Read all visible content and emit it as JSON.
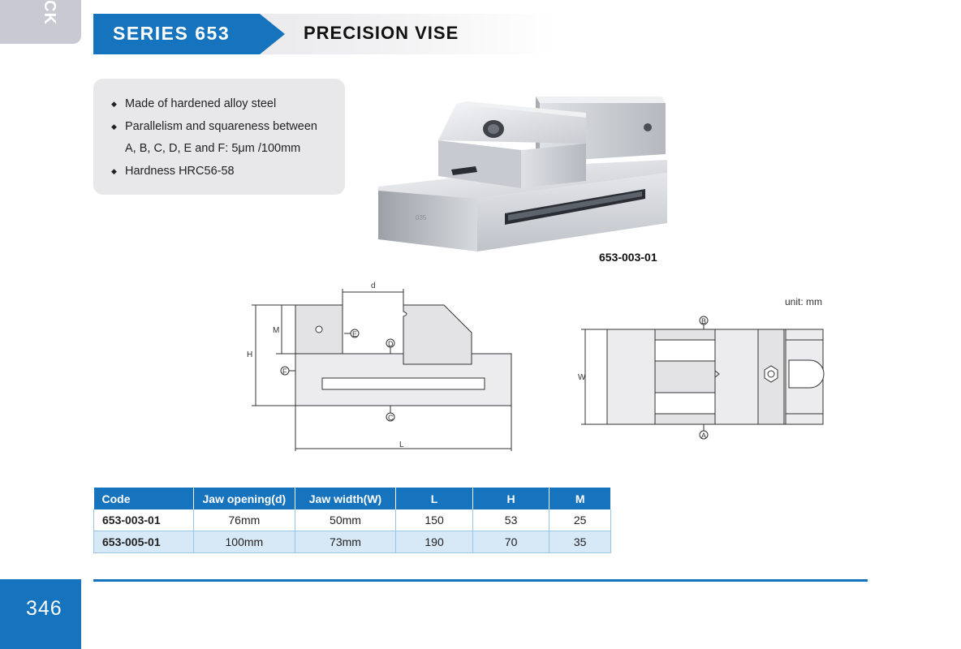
{
  "side_tab": {
    "label": "CK"
  },
  "header": {
    "series": "SERIES 653",
    "title": "PRECISION VISE"
  },
  "features": [
    {
      "text": "Made of hardened alloy steel",
      "bullet": true
    },
    {
      "text": "Parallelism and squareness between",
      "bullet": true
    },
    {
      "text": "A, B, C, D, E and F: 5μm /100mm",
      "bullet": false
    },
    {
      "text": "Hardness HRC56-58",
      "bullet": true
    }
  ],
  "photo": {
    "caption": "653-003-01",
    "engraving": "035"
  },
  "drawing": {
    "unit": "unit: mm",
    "labels": {
      "d": "d",
      "M": "M",
      "H": "H",
      "L": "L",
      "W": "W",
      "A": "A",
      "B": "B",
      "C": "C",
      "D": "D",
      "E": "E",
      "F": "F"
    }
  },
  "table": {
    "headers": [
      "Code",
      "Jaw opening(d)",
      "Jaw width(W)",
      "L",
      "H",
      "M"
    ],
    "rows": [
      [
        "653-003-01",
        "76mm",
        "50mm",
        "150",
        "53",
        "25"
      ],
      [
        "653-005-01",
        "100mm",
        "73mm",
        "190",
        "70",
        "35"
      ]
    ]
  },
  "page_number": "346",
  "colors": {
    "accent": "#1673be",
    "panel": "#e8e8eb",
    "row_alt": "#d7e8f6"
  }
}
